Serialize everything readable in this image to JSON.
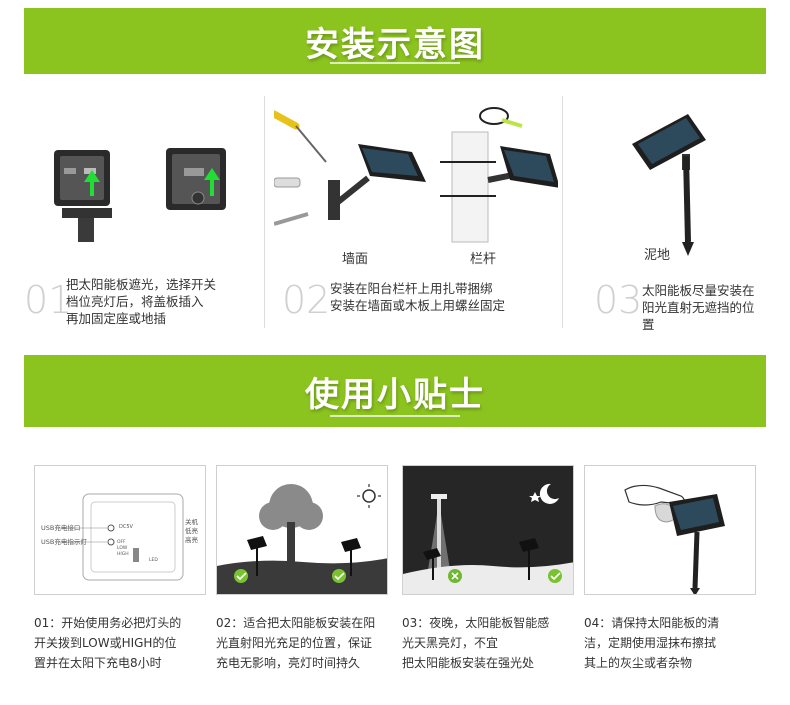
{
  "install": {
    "banner_title": "安装示意图",
    "steps": [
      {
        "num": "01",
        "lines": [
          "把太阳能板遮光，选择开关",
          "档位亮灯后，将盖板插入",
          "再加固定座或地插"
        ]
      },
      {
        "num": "02",
        "lines": [
          "安装在阳台栏杆上用扎带捆绑",
          "安装在墙面或木板上用螺丝固定"
        ]
      },
      {
        "num": "03",
        "lines": [
          "太阳能板尽量安装在",
          "阳光直射无遮挡的位置"
        ]
      }
    ],
    "labels": {
      "wall": "墙面",
      "railing": "栏杆",
      "ground": "泥地"
    }
  },
  "tips": {
    "banner_title": "使用小贴士",
    "diagram": {
      "usb_port": "USB充电接口",
      "usb_indicator": "USB充电指示灯",
      "dc5v": "DC5V",
      "switch_labels": [
        "OFF",
        "LOW",
        "HIGH"
      ],
      "right_labels": [
        "关机",
        "低亮",
        "高亮"
      ],
      "led": "LED"
    },
    "items": [
      {
        "lines": [
          "01：开始使用务必把灯头的",
          "开关拨到LOW或HIGH的位",
          "置并在太阳下充电8小时"
        ]
      },
      {
        "lines": [
          "02：适合把太阳能板安装在阳",
          "光直射阳光充足的位置，保证",
          "充电无影响，亮灯时间持久"
        ]
      },
      {
        "lines": [
          "03：夜晚，太阳能板智能感",
          "光天黑亮灯，不宜",
          "把太阳能板安装在强光处"
        ]
      },
      {
        "lines": [
          "04：请保持太阳能板的清",
          "洁，定期使用湿抹布擦拭",
          "其上的灰尘或者杂物"
        ]
      }
    ]
  },
  "colors": {
    "banner_green": "#8cc41f",
    "check_green": "#7ac231",
    "cross_green": "#6fb830"
  }
}
